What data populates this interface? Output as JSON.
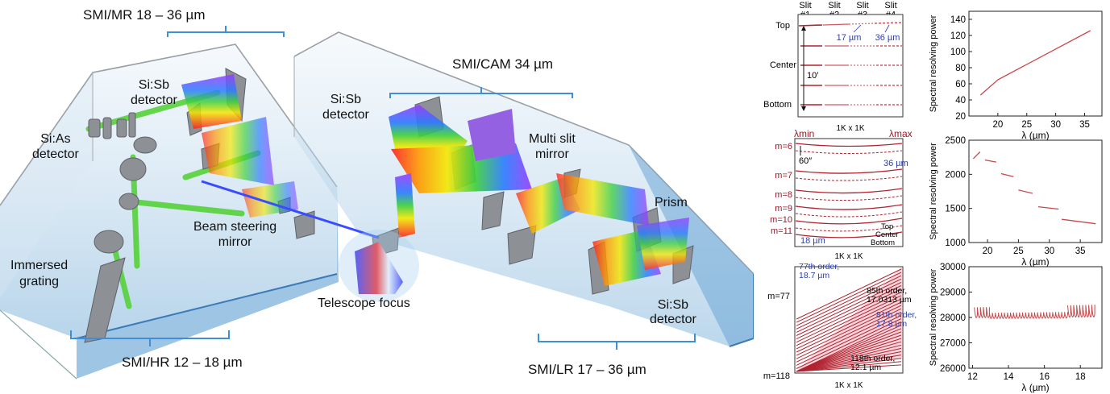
{
  "diagram": {
    "labels": {
      "smi_mr": "SMI/MR 18 – 36 µm",
      "smi_cam": "SMI/CAM 34 µm",
      "smi_hr": "SMI/HR 12 – 18 µm",
      "smi_lr": "SMI/LR 17 – 36 µm",
      "sisb_det_1": "Si:Sb\ndetector",
      "sias_det": "Si:As\ndetector",
      "sisb_det_2": "Si:Sb\ndetector",
      "multi_slit": "Multi slit\nmirror",
      "prism": "Prism",
      "beam_steer": "Beam steering\nmirror",
      "immersed": "Immersed\ngrating",
      "tel_focus": "Telescope focus",
      "sisb_det_3": "Si:Sb\ndetector"
    }
  },
  "panels": {
    "slit": {
      "slit_headers": [
        "Slit\n#1",
        "Slit\n#2",
        "Slit\n#3",
        "Slit\n#4"
      ],
      "rows": [
        "Top",
        "Center",
        "Bottom"
      ],
      "ann_17": "17 µm",
      "ann_36": "36 µm",
      "ann_10": "10′",
      "caption": "1K x 1K"
    },
    "lr": {
      "lmin": "λmin",
      "lmax": "λmax",
      "orders": [
        "m=6",
        "m=7",
        "m=8",
        "m=9",
        "m=10",
        "m=11"
      ],
      "ann_60": "60″",
      "ann_36": "36 µm",
      "ann_18": "18 µm",
      "legend": [
        "Top",
        "Center",
        "Bottom"
      ],
      "caption": "1K x 1K"
    },
    "hr": {
      "m77": "m=77",
      "m118": "m=118",
      "o77": "77th order,\n18.7 µm",
      "o85": "85th order,\n17.0313 µm",
      "o81": "81th order,\n17.8 µm",
      "o118": "118th order,\n12.1 µm",
      "caption": "1K x 1K"
    }
  },
  "chart_data": [
    {
      "type": "line",
      "ylabel": "Spectral resolving power",
      "xlabel": "λ (µm)",
      "xlim": [
        15,
        38
      ],
      "ylim": [
        20,
        150
      ],
      "xticks": [
        20,
        25,
        30,
        35
      ],
      "yticks": [
        20,
        40,
        60,
        80,
        100,
        120,
        140
      ],
      "series": [
        {
          "color": "#c8484a",
          "x": [
            17,
            20,
            36
          ],
          "y": [
            46,
            65,
            126
          ]
        }
      ]
    },
    {
      "type": "line",
      "ylabel": "Spectral resolving power",
      "xlabel": "λ (µm)",
      "xlim": [
        17,
        38.5
      ],
      "ylim": [
        1000,
        2500
      ],
      "xticks": [
        20,
        25,
        30,
        35
      ],
      "yticks": [
        1000,
        1500,
        2000,
        2500
      ],
      "series": [
        {
          "color": "#c8484a",
          "x": [
            17.7,
            18.8
          ],
          "y": [
            2230,
            2330
          ]
        },
        {
          "color": "#c8484a",
          "x": [
            19.6,
            21.4
          ],
          "y": [
            2210,
            2180
          ]
        },
        {
          "color": "#c8484a",
          "x": [
            22.2,
            24.2
          ],
          "y": [
            2010,
            1965
          ]
        },
        {
          "color": "#c8484a",
          "x": [
            25,
            27.3
          ],
          "y": [
            1770,
            1720
          ]
        },
        {
          "color": "#c8484a",
          "x": [
            28.2,
            31.5
          ],
          "y": [
            1525,
            1490
          ]
        },
        {
          "color": "#c8484a",
          "x": [
            32,
            37.5
          ],
          "y": [
            1340,
            1275
          ]
        }
      ]
    },
    {
      "type": "line",
      "ylabel": "Spectral resolving power",
      "xlabel": "λ (µm)",
      "xlim": [
        11.8,
        19.2
      ],
      "ylim": [
        26000,
        30000
      ],
      "xticks": [
        12,
        14,
        16,
        18
      ],
      "yticks": [
        26000,
        27000,
        28000,
        29000,
        30000
      ],
      "sawtooth": {
        "color": "#c8484a",
        "x_start": 12.1,
        "x_end": 18.8,
        "orders": 41,
        "base": 27900,
        "dip": 27780,
        "amp_lo": 500,
        "amp_hi": 600
      }
    }
  ]
}
